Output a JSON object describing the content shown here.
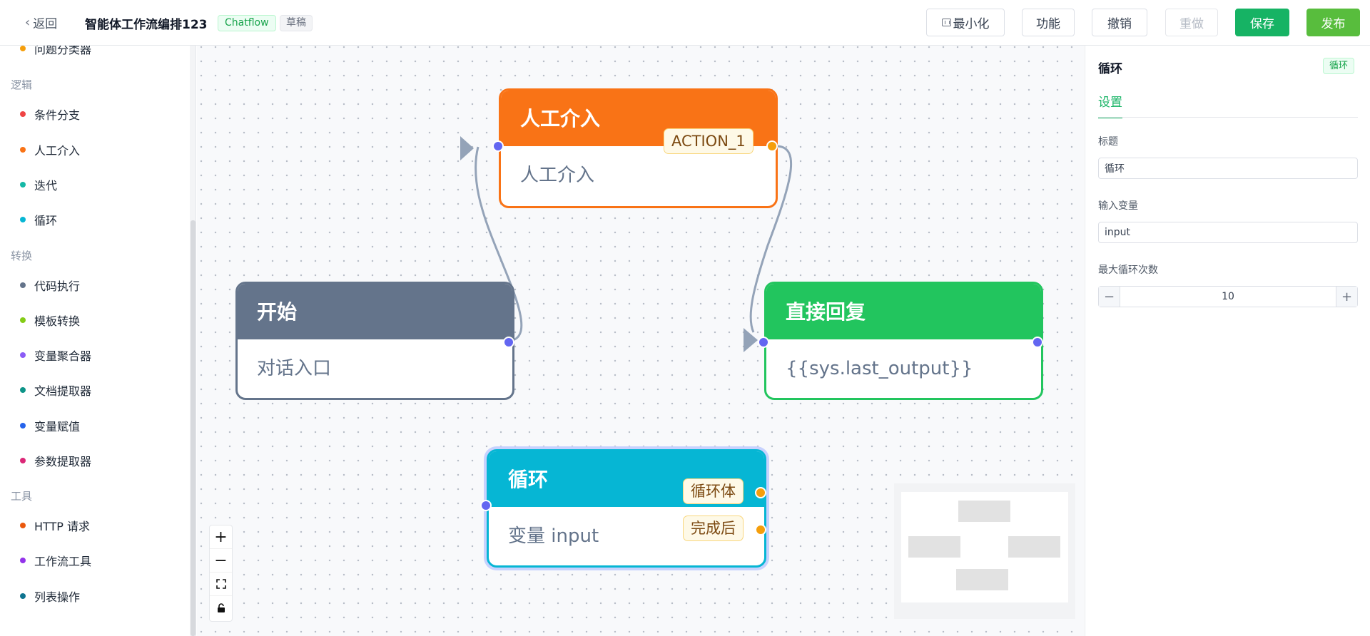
{
  "header": {
    "back_label": "返回",
    "app_title": "智能体工作流编排123",
    "tag_type": "Chatflow",
    "tag_status": "草稿",
    "buttons": {
      "minimize": "最小化",
      "features": "功能",
      "undo": "撤销",
      "redo": "重做",
      "save": "保存",
      "publish": "发布"
    }
  },
  "sidebar": {
    "partial_top_item": {
      "label": "问题分类器",
      "color": "#f59e0b"
    },
    "groups": [
      {
        "title": "逻辑",
        "items": [
          {
            "label": "条件分支",
            "color": "#ef4444"
          },
          {
            "label": "人工介入",
            "color": "#f97316"
          },
          {
            "label": "迭代",
            "color": "#14b8a6"
          },
          {
            "label": "循环",
            "color": "#06b6d4"
          }
        ]
      },
      {
        "title": "转换",
        "items": [
          {
            "label": "代码执行",
            "color": "#64748b"
          },
          {
            "label": "模板转换",
            "color": "#84cc16"
          },
          {
            "label": "变量聚合器",
            "color": "#8b5cf6"
          },
          {
            "label": "文档提取器",
            "color": "#0d9488"
          },
          {
            "label": "变量赋值",
            "color": "#2563eb"
          },
          {
            "label": "参数提取器",
            "color": "#db2777"
          }
        ]
      },
      {
        "title": "工具",
        "items": [
          {
            "label": "HTTP 请求",
            "color": "#ea580c"
          },
          {
            "label": "工作流工具",
            "color": "#9333ea"
          },
          {
            "label": "列表操作",
            "color": "#0e7490"
          }
        ]
      }
    ]
  },
  "canvas": {
    "nodes": {
      "human": {
        "title": "人工介入",
        "body": "人工介入",
        "branch": "ACTION_1",
        "color": "#f97316"
      },
      "start": {
        "title": "开始",
        "body": "对话入口",
        "color": "#64748b"
      },
      "reply": {
        "title": "直接回复",
        "body": "{{sys.last_output}}",
        "color": "#22c55e"
      },
      "loop": {
        "title": "循环",
        "body": "变量 input",
        "branch_body": "循环体",
        "branch_done": "完成后",
        "color": "#06b6d4"
      }
    },
    "zoom_controls": [
      "+",
      "−",
      "⛶",
      "🔒"
    ]
  },
  "panel": {
    "title": "循环",
    "badge": "循环",
    "tab": "设置",
    "fields": {
      "title_label": "标题",
      "title_value": "循环",
      "input_label": "输入变量",
      "input_value": "input",
      "max_label": "最大循环次数",
      "max_value": "10"
    }
  }
}
